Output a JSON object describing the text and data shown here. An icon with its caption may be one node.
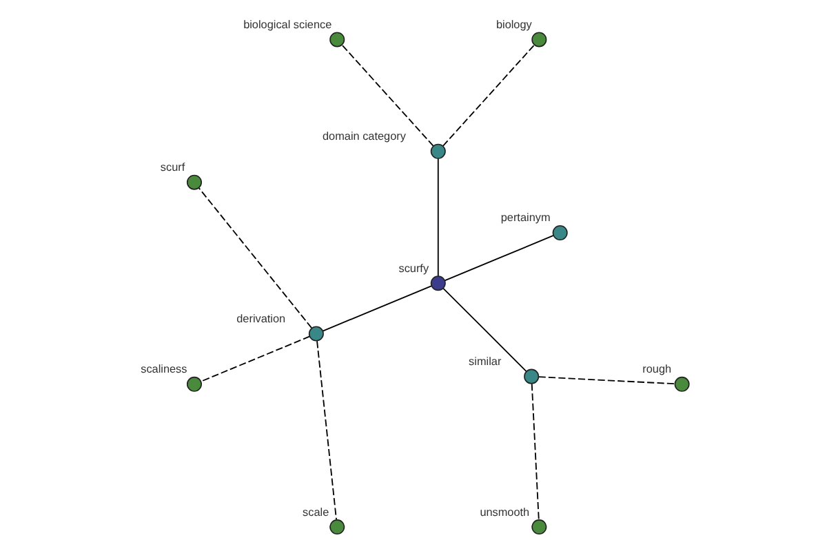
{
  "diagram": {
    "nodes": [
      {
        "text": [
          "biological science"
        ]
      },
      {
        "text": [
          "biology"
        ]
      },
      {
        "text": [
          "domain category"
        ]
      },
      {
        "text": [
          "scurfy"
        ]
      },
      {
        "text": [
          "scurf"
        ]
      },
      {
        "text": [
          "pertainym"
        ]
      },
      {
        "text": [
          "derivation"
        ]
      },
      {
        "text": [
          "similar"
        ]
      },
      {
        "text": [
          "scaliness"
        ]
      },
      {
        "text": [
          "unsmooth"
        ]
      },
      {
        "text": [
          "scale"
        ]
      },
      {
        "text": [
          "rough"
        ]
      }
    ],
    "edges": [
      {
        "from": 3,
        "to": 2,
        "arrow": "none"
      },
      {
        "from": 3,
        "to": 5,
        "arrow": "none"
      },
      {
        "from": 3,
        "to": 7,
        "arrow": "none"
      },
      {
        "from": 3,
        "to": 6,
        "arrow": "none"
      },
      {
        "from": 2,
        "to": 1,
        "arrow": "none",
        "style": "dashed"
      },
      {
        "from": 2,
        "to": 0,
        "arrow": "none",
        "style": "dashed"
      },
      {
        "from": 6,
        "to": 4,
        "arrow": "none",
        "style": "dashed"
      },
      {
        "from": 6,
        "to": 8,
        "arrow": "none",
        "style": "dashed"
      },
      {
        "from": 6,
        "to": 10,
        "arrow": "none",
        "style": "dashed"
      },
      {
        "from": 7,
        "to": 9,
        "arrow": "none",
        "style": "dashed"
      },
      {
        "from": 7,
        "to": 11,
        "arrow": "none",
        "style": "dashed"
      }
    ]
  }
}
